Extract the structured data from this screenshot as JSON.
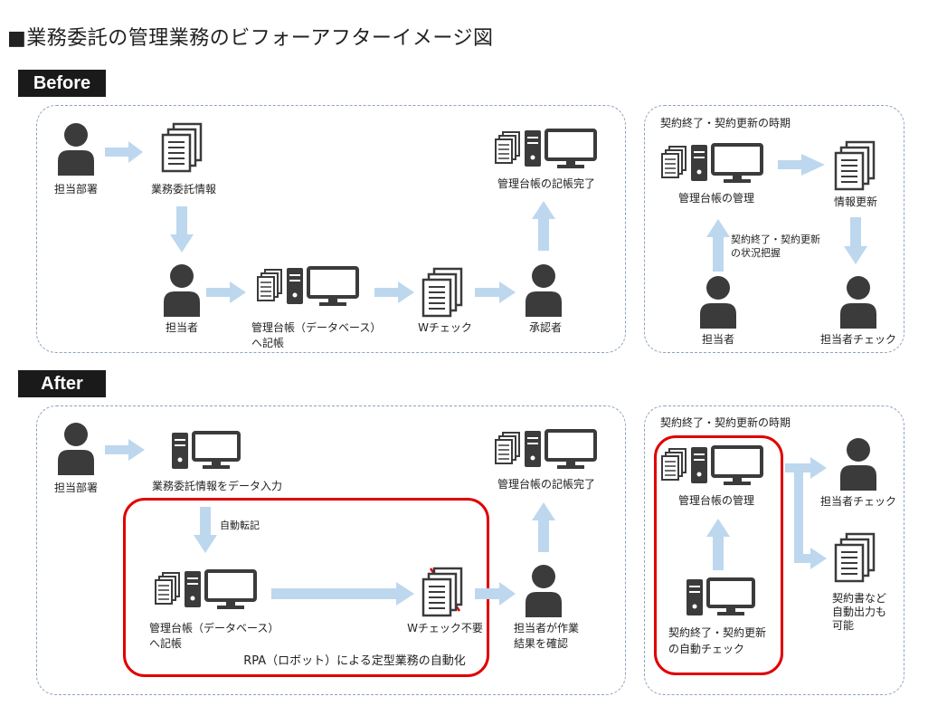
{
  "title": "■業務委託の管理業務のビフォーアフターイメージ図",
  "before": {
    "label": "Before",
    "main": {
      "person1": "担当部署",
      "docs": "業務委託情報",
      "person2": "担当者",
      "ledger_line1": "管理台帳（データベース）",
      "ledger_line2": "へ記帳",
      "wcheck": "Wチェック",
      "approver": "承認者",
      "complete": "管理台帳の記帳完了"
    },
    "side": {
      "heading": "契約終了・契約更新の時期",
      "ledger": "管理台帳の管理",
      "info_update": "情報更新",
      "status_line1": "契約終了・契約更新",
      "status_line2": "の状況把握",
      "person": "担当者",
      "person_check": "担当者チェック"
    }
  },
  "after": {
    "label": "After",
    "main": {
      "person1": "担当部署",
      "data_entry": "業務委託情報をデータ入力",
      "auto_transfer": "自動転記",
      "ledger_line1": "管理台帳（データベース）",
      "ledger_line2": "へ記帳",
      "wcheck_unneeded": "Wチェック不要",
      "confirm_line1": "担当者が作業",
      "confirm_line2": "結果を確認",
      "complete": "管理台帳の記帳完了",
      "rpa": "RPA（ロボット）による定型業務の自動化"
    },
    "side": {
      "heading": "契約終了・契約更新の時期",
      "ledger": "管理台帳の管理",
      "auto_line1": "契約終了・契約更新",
      "auto_line2": "の自動チェック",
      "person_check": "担当者チェック",
      "output_line1": "契約書など",
      "output_line2": "自動出力も",
      "output_line3": "可能"
    }
  },
  "colors": {
    "arrow": "#bdd7ee",
    "dash_border": "#8fa3bd",
    "highlight": "#e00000",
    "icon": "#3b3b3b"
  }
}
